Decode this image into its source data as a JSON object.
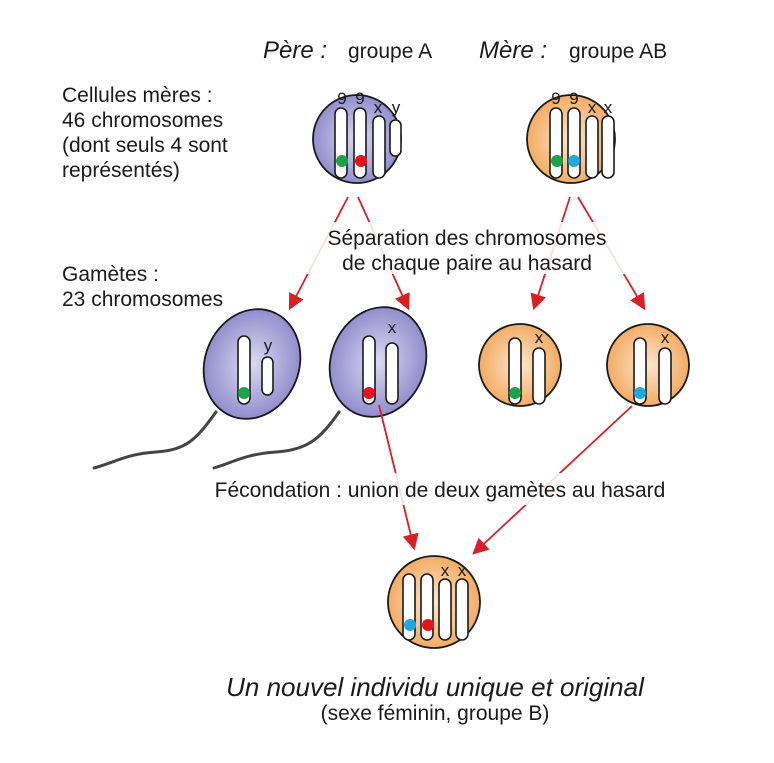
{
  "header": {
    "pere_prefix": "Père :",
    "pere_group": "groupe A",
    "mere_prefix": "Mère :",
    "mere_group": "groupe AB"
  },
  "labels": {
    "cellules_line1": "Cellules mères :",
    "cellules_line2": "46 chromosomes",
    "cellules_line3": "(dont seuls 4  sont",
    "cellules_line4": "représentés)",
    "gametes_line1": "Gamètes :",
    "gametes_line2": "23 chromosomes",
    "separation_line1": "Séparation des chromosomes",
    "separation_line2": "de chaque paire au hasard",
    "fecondation": "Fécondation : union de deux gamètes au hasard",
    "result_title": "Un nouvel individu unique et original",
    "result_sub": "(sexe féminin, groupe B)"
  },
  "chromosome_labels": {
    "pere_c1": "9",
    "pere_c2": "9",
    "pere_c3": "x",
    "pere_c4": "y",
    "mere_c1": "9",
    "mere_c2": "9",
    "mere_c3": "x",
    "mere_c4": "x",
    "gamete1": "y",
    "gamete2": "x",
    "gamete3": "x",
    "gamete4": "x",
    "zygote_c3": "x",
    "zygote_c4": "x"
  },
  "colors": {
    "father_cell": "#8a86c9",
    "mother_cell": "#f2a65a",
    "arrow": "#d81f26",
    "allele_green": "#1fa04a",
    "allele_red": "#e3141b",
    "allele_blue": "#20a9e1"
  }
}
